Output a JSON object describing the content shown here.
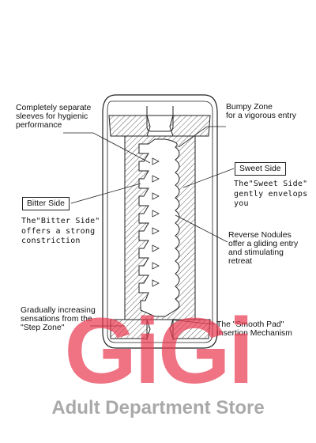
{
  "labels": {
    "hygienic": [
      "Completely separate",
      "sleeves for hygienic",
      "performance"
    ],
    "bumpy": [
      "Bumpy Zone",
      "for a vigorous entry"
    ],
    "sweet_side_title": "Sweet Side",
    "sweet_side_desc": [
      "The\"Sweet Side\"",
      "gently envelops",
      "you"
    ],
    "bitter_side_title": "Bitter Side",
    "bitter_side_desc": [
      "The\"Bitter Side\"",
      "offers a strong",
      "constriction"
    ],
    "reverse_nodules": [
      "Reverse Nodules",
      "offer a gliding entry",
      "and stimulating",
      "retreat"
    ],
    "step_zone": [
      "Gradually increasing",
      "sensations from the",
      "\"Step Zone\""
    ],
    "smooth_pad": [
      "The \"Smooth Pad\"",
      "Insertion Mechanism"
    ]
  },
  "watermark": {
    "logo_text": "GiGi",
    "tagline": "Adult Department Store",
    "logo_color": "#e8384f",
    "tagline_color": "#9a9a9a"
  }
}
